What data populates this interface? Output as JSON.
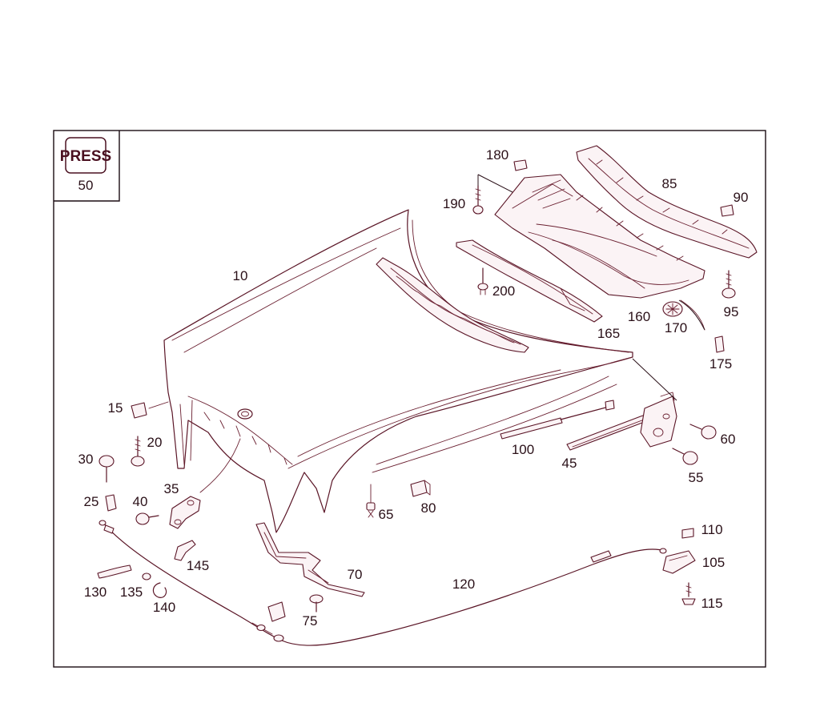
{
  "stamp": {
    "word": "PRESS",
    "number": "50"
  },
  "callouts": {
    "c10": "10",
    "c15": "15",
    "c20": "20",
    "c25": "25",
    "c30": "30",
    "c35": "35",
    "c40": "40",
    "c45": "45",
    "c55": "55",
    "c60": "60",
    "c65": "65",
    "c70": "70",
    "c75": "75",
    "c80": "80",
    "c85": "85",
    "c90": "90",
    "c95": "95",
    "c100": "100",
    "c105": "105",
    "c110": "110",
    "c115": "115",
    "c120": "120",
    "c130": "130",
    "c135": "135",
    "c140": "140",
    "c145": "145",
    "c160": "160",
    "c165": "165",
    "c170": "170",
    "c175": "175",
    "c180": "180",
    "c190": "190",
    "c200": "200"
  }
}
